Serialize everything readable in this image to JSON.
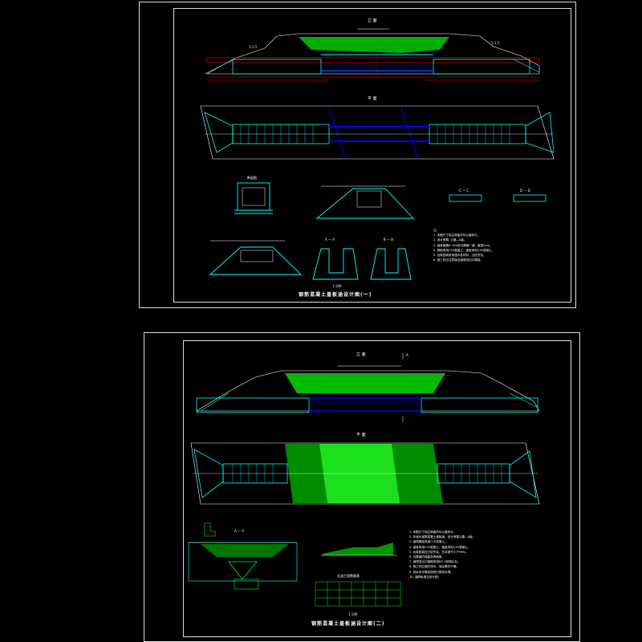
{
  "sheet1": {
    "elevation_label": "立 面",
    "plan_label": "平 面",
    "section_label": "断面图",
    "ratio_left": "1:1.5",
    "ratio_right": "1:1.5",
    "title": "钢筋混凝土盖板涵设计图(一)",
    "scale": "1:100",
    "section_a": "A — A",
    "section_b": "B — B",
    "section_c": "C — C",
    "section_d": "D — D",
    "notes_header": "注:",
    "notes": [
      "1. 本图尺寸除注明者外均以厘米计。",
      "2. 设计荷载: 公路—II级。",
      "3. 涵身每隔4~6m设沉降缝一道，缝宽2cm。",
      "4. 基础采用C20混凝土，盖板采用C30混凝土。",
      "5. 台背回填采用透水性材料，分层夯实。",
      "6. 施工时应注意保证涵洞进出口顺接。"
    ]
  },
  "sheet2": {
    "elevation_label": "立 面",
    "plan_label": "平 面",
    "section_label": "A — A",
    "marker_a": "A",
    "title": "钢筋混凝土盖板涵设计图(二)",
    "scale": "1:100",
    "table_title": "全涵工程数量表",
    "notes": [
      "1. 本图尺寸除注明者外均以厘米计。",
      "2. 本涵为钢筋混凝土盖板涵，设计荷载公路—II级。",
      "3. 涵洞基础采用C20混凝土。",
      "4. 涵身采用C25混凝土，盖板采用C30混凝土。",
      "5. 台背回填应分层夯实，压实度不小于96%。",
      "6. 沉降缝内填塞沥青麻絮。",
      "7. 涵洞进出口铺砌采用M7.5浆砌片石。",
      "8. 施工时应做好排水，保证基坑干燥。",
      "9. 其余未尽事宜按现行规范办理。",
      "10. 涵底纵坡见设计图。"
    ]
  },
  "colors": {
    "cyan": "#00ffff",
    "green": "#00ff00",
    "blue": "#0000ff",
    "red": "#ff0000",
    "white": "#ffffff",
    "magenta": "#ff00ff"
  }
}
